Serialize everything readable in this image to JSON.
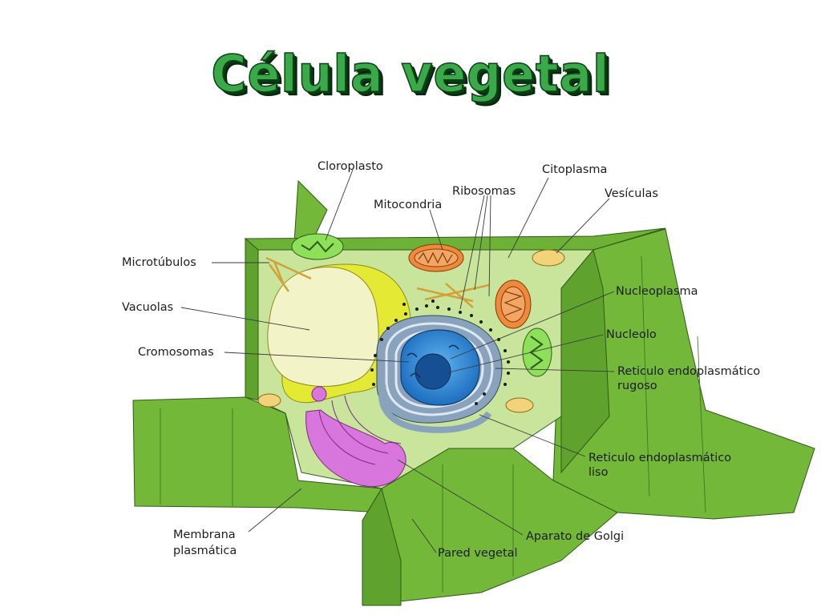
{
  "title": "Célula  vegetal",
  "labels": {
    "cloroplasto": "Cloroplasto",
    "ribosomas": "Ribosomas",
    "citoplasma": "Citoplasma",
    "mitocondria": "Mitocondria",
    "vesiculas": "Vesículas",
    "microtubulos": "Microtúbulos",
    "nucleoplasma": "Nucleoplasma",
    "vacuolas": "Vacuolas",
    "nucleolo": "Nucleolo",
    "cromosomas": "Cromosomas",
    "rer_line1": "Reticulo endoplasmático",
    "rer_line2": "rugoso",
    "rel_line1": "Reticulo endoplasmático",
    "rel_line2": "liso",
    "membrana_line1": "Membrana",
    "membrana_line2": "plasmática",
    "golgi": "Aparato de Golgi",
    "pared": "Pared vegetal"
  },
  "colors": {
    "wall": "#74b83a",
    "wall_dark": "#4e8f28",
    "cytoplasm": "#c9e59b",
    "vacuole": "#f2f3c6",
    "vacuole_yellow": "#e4ea34",
    "nucleus_blue": "#2f86d4",
    "er_grey": "#8aa3bd",
    "golgi": "#d876dd",
    "mitochondria": "#f08a3a",
    "chloroplast": "#8ee05a"
  }
}
